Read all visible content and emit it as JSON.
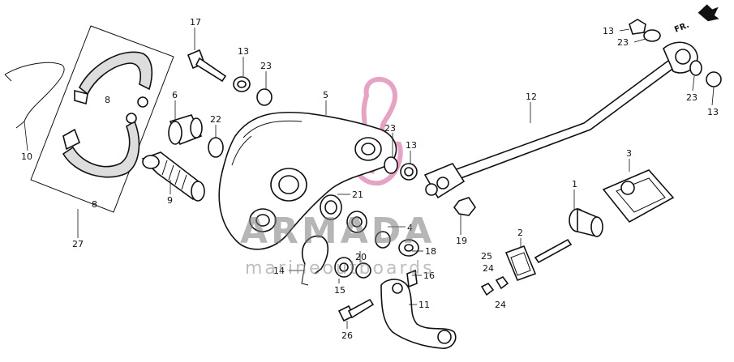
{
  "diagram": {
    "callouts": [
      {
        "id": "c17",
        "text": "17"
      },
      {
        "id": "c13a",
        "text": "13"
      },
      {
        "id": "c23a",
        "text": "23"
      },
      {
        "id": "c6",
        "text": "6"
      },
      {
        "id": "c22",
        "text": "22"
      },
      {
        "id": "c5",
        "text": "5"
      },
      {
        "id": "c8a",
        "text": "8"
      },
      {
        "id": "c8b",
        "text": "8"
      },
      {
        "id": "c10",
        "text": "10"
      },
      {
        "id": "c27",
        "text": "27"
      },
      {
        "id": "c9",
        "text": "9"
      },
      {
        "id": "c23b",
        "text": "23"
      },
      {
        "id": "c13b",
        "text": "13"
      },
      {
        "id": "c21",
        "text": "21"
      },
      {
        "id": "c4",
        "text": "4"
      },
      {
        "id": "c18",
        "text": "18"
      },
      {
        "id": "c20",
        "text": "20"
      },
      {
        "id": "c14",
        "text": "14"
      },
      {
        "id": "c15",
        "text": "15"
      },
      {
        "id": "c16",
        "text": "16"
      },
      {
        "id": "c11",
        "text": "11"
      },
      {
        "id": "c26",
        "text": "26"
      },
      {
        "id": "c12",
        "text": "12"
      },
      {
        "id": "c19",
        "text": "19"
      },
      {
        "id": "c1",
        "text": "1"
      },
      {
        "id": "c2",
        "text": "2"
      },
      {
        "id": "c3",
        "text": "3"
      },
      {
        "id": "c25",
        "text": "25"
      },
      {
        "id": "c24a",
        "text": "24"
      },
      {
        "id": "c24b",
        "text": "24"
      },
      {
        "id": "c13c",
        "text": "13"
      },
      {
        "id": "c23c",
        "text": "23"
      },
      {
        "id": "c23d",
        "text": "23"
      },
      {
        "id": "c13d",
        "text": "13"
      }
    ],
    "front_marker": "FR.",
    "watermark": {
      "brand": "ARMADA",
      "tagline": "marineoutboards"
    },
    "colors": {
      "ink": "#111111",
      "watermark_gray": "#7b7b7b",
      "watermark_pink": "#e7a3c4"
    }
  }
}
